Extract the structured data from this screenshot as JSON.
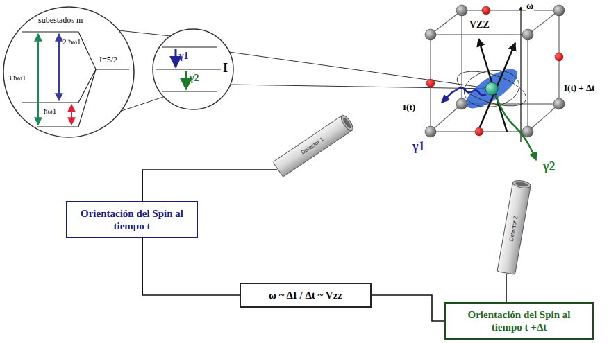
{
  "diagram": {
    "nodes": [
      {
        "text": [
          "subestados m",
          "3 ħω1",
          "2 ħω1",
          "ħω1",
          "I=5/2"
        ]
      },
      {
        "text": [
          "γ1",
          "γ2",
          "I"
        ]
      },
      {
        "text": [
          "Detector 1"
        ]
      },
      {
        "text": [
          "Detector 2"
        ]
      },
      {
        "text": [
          "Orientación del Spin al tiempo t"
        ]
      },
      {
        "text": [
          "ω ~ ΔI / Δt ~ Vzz"
        ]
      },
      {
        "text": [
          "Orientación del Spin al tiempo t +Δt"
        ]
      }
    ],
    "edges": [
      {
        "from": 2,
        "to": 4,
        "arrow": "none"
      },
      {
        "from": 4,
        "to": 5,
        "arrow": "none"
      },
      {
        "from": 5,
        "to": 6,
        "arrow": "none"
      },
      {
        "from": 3,
        "to": 6,
        "arrow": "none"
      }
    ],
    "labels": [
      "VZZ",
      "ω",
      "I(t)",
      "I(t) + Δt",
      "γ1",
      "γ2"
    ]
  }
}
